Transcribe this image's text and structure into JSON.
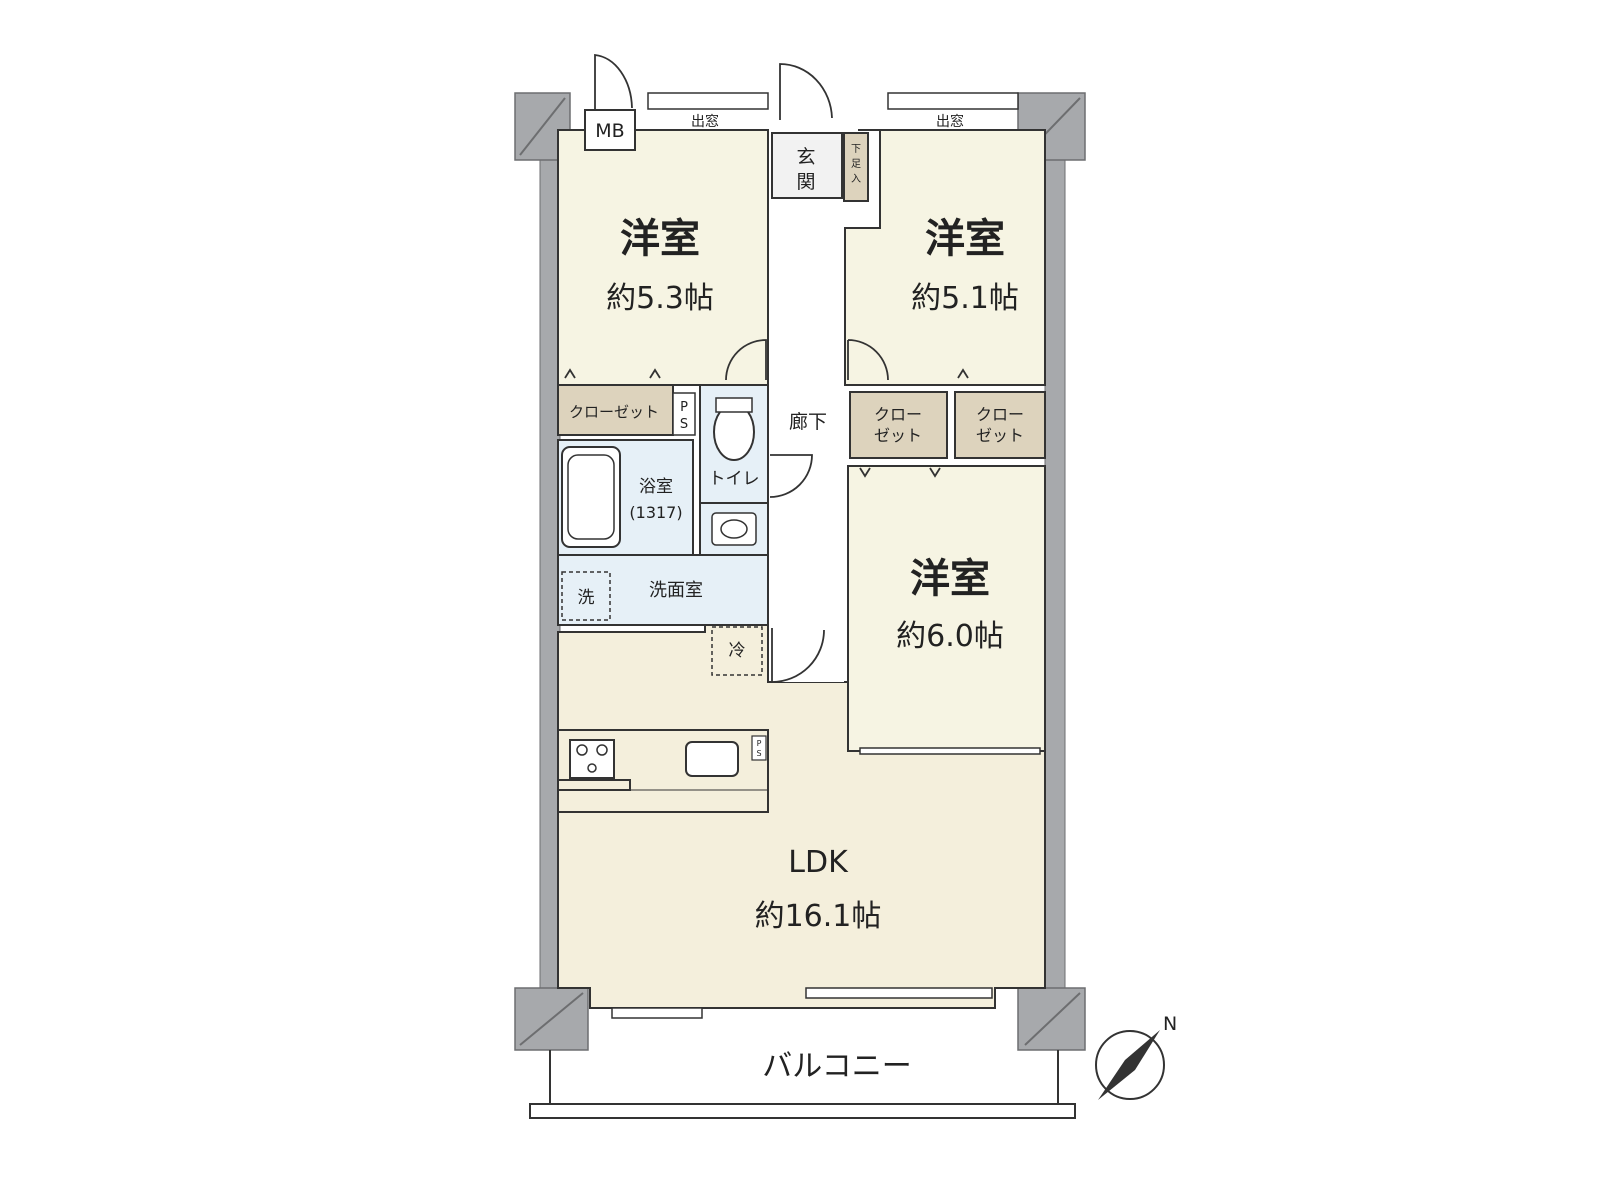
{
  "colors": {
    "wall": "#a7a9ac",
    "wall_stroke": "#6d6e70",
    "room": "#f6f4e3",
    "ldk": "#f4efdc",
    "wet": "#e6f0f7",
    "closet": "#ddd3bd",
    "line": "#333333"
  },
  "rooms": {
    "western_1": {
      "name": "洋室",
      "size": "約5.3帖"
    },
    "western_2": {
      "name": "洋室",
      "size": "約5.1帖"
    },
    "western_3": {
      "name": "洋室",
      "size": "約6.0帖"
    },
    "ldk": {
      "name": "LDK",
      "size": "約16.1帖"
    }
  },
  "labels": {
    "mb": "MB",
    "bay_window_left": "出窓",
    "bay_window_right": "出窓",
    "entrance_1": "玄",
    "entrance_2": "関",
    "shoe_box": [
      "下",
      "足",
      "入"
    ],
    "corridor": "廊下",
    "closet_1": "クローゼット",
    "closet_2": [
      "クロー",
      "ゼット"
    ],
    "closet_3": [
      "クロー",
      "ゼット"
    ],
    "ps_top": [
      "P",
      "S"
    ],
    "ps_kitchen": [
      "P",
      "S"
    ],
    "toilet": "トイレ",
    "bath_name": "浴室",
    "bath_size": "(1317)",
    "washroom": "洗面室",
    "washer": "洗",
    "fridge": "冷",
    "balcony": "バルコニー",
    "north": "N"
  }
}
